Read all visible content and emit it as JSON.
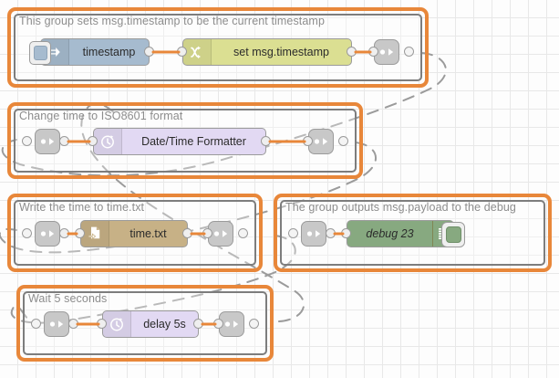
{
  "app": {
    "name": "node-red-flow-editor",
    "canvas_bg": "#fdfdfd",
    "grid_color": "#e8e8e8",
    "group_border_color": "#e8873a",
    "wire_color": "#e8873a",
    "link_wire_color": "#9b9b9b"
  },
  "groups": [
    {
      "id": "g1",
      "label": "This group sets msg.timestamp to be the current timestamp"
    },
    {
      "id": "g2",
      "label": "Change time to ISO8601 format"
    },
    {
      "id": "g3",
      "label": "Write the time to time.txt"
    },
    {
      "id": "g4",
      "label": "Wait 5 seconds"
    },
    {
      "id": "g5",
      "label": "The group outputs msg.payload to the debug"
    }
  ],
  "nodes": {
    "inject": {
      "label": "timestamp",
      "type": "inject",
      "color": "#a6bbcf",
      "icon": "inject-arrow-icon"
    },
    "change": {
      "label": "set msg.timestamp",
      "type": "change",
      "color": "#dbdf92",
      "icon": "change-shuffle-icon"
    },
    "datetime": {
      "label": "Date/Time Formatter",
      "type": "function",
      "color": "#e2d9f3",
      "icon": "clock-icon"
    },
    "file": {
      "label": "time.txt",
      "type": "file-out",
      "color": "#c7b186",
      "icon": "file-out-icon"
    },
    "delay": {
      "label": "delay 5s",
      "type": "delay",
      "color": "#e2d9f3",
      "icon": "clock-icon"
    },
    "debug": {
      "label": "debug 23",
      "type": "debug",
      "color": "#87a980",
      "icon": "debug-lines-icon"
    }
  },
  "link_nodes": [
    {
      "id": "l1",
      "kind": "link-out",
      "group": "g1"
    },
    {
      "id": "l2",
      "kind": "link-in",
      "group": "g2"
    },
    {
      "id": "l3",
      "kind": "link-out",
      "group": "g2"
    },
    {
      "id": "l4",
      "kind": "link-in",
      "group": "g3"
    },
    {
      "id": "l5",
      "kind": "link-out",
      "group": "g3"
    },
    {
      "id": "l6",
      "kind": "link-in",
      "group": "g4"
    },
    {
      "id": "l7",
      "kind": "link-out",
      "group": "g4"
    },
    {
      "id": "l8",
      "kind": "link-in",
      "group": "g5"
    }
  ]
}
